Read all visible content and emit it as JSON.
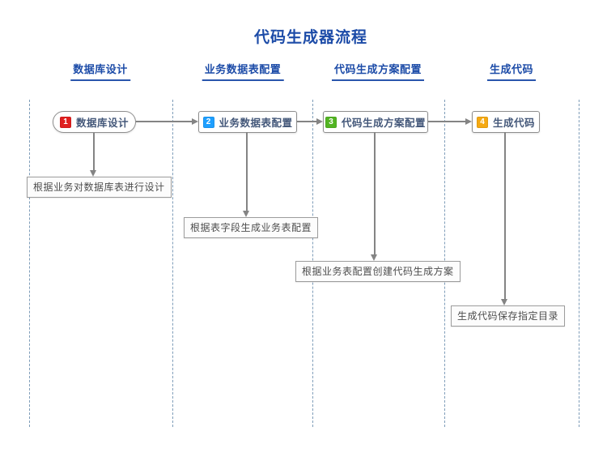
{
  "title": "代码生成器流程",
  "colors": {
    "title_blue": "#1d4ca8",
    "header_underline": "#2a56ad",
    "lane_divider": "#7f9db9",
    "node_border": "#8e8e8e",
    "node_text": "#44587a",
    "arrow_gray": "#848484",
    "desc_border": "#9c9c9c",
    "desc_text": "#4d4d4d",
    "badge_red": "#e01f1f",
    "badge_blue": "#1e9fff",
    "badge_green": "#52b422",
    "badge_amber": "#f5a912"
  },
  "lanes": [
    {
      "header": "数据库设计"
    },
    {
      "header": "业务数据表配置"
    },
    {
      "header": "代码生成方案配置"
    },
    {
      "header": "生成代码"
    }
  ],
  "nodes": [
    {
      "num": "1",
      "label": "数据库设计",
      "badge_color": "#e01f1f",
      "shape": "pill",
      "desc": "根据业务对数据库表进行设计"
    },
    {
      "num": "2",
      "label": "业务数据表配置",
      "badge_color": "#1e9fff",
      "shape": "rect",
      "desc": "根据表字段生成业务表配置"
    },
    {
      "num": "3",
      "label": "代码生成方案配置",
      "badge_color": "#52b422",
      "shape": "rect",
      "desc": "根据业务表配置创建代码生成方案"
    },
    {
      "num": "4",
      "label": "生成代码",
      "badge_color": "#f5a912",
      "shape": "rect",
      "desc": "生成代码保存指定目录"
    }
  ]
}
